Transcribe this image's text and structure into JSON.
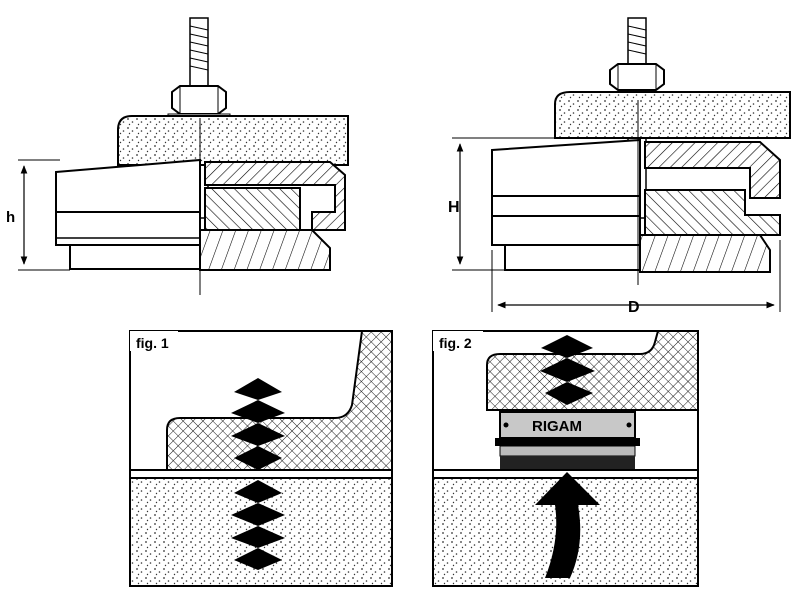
{
  "top_left": {
    "dimension_label": "h"
  },
  "top_right": {
    "height_label": "H",
    "diameter_label": "D"
  },
  "fig1": {
    "caption": "fig. 1"
  },
  "fig2": {
    "caption": "fig. 2",
    "brand_text": "RIGAM"
  },
  "colors": {
    "ink": "#000000",
    "paper": "#ffffff"
  }
}
